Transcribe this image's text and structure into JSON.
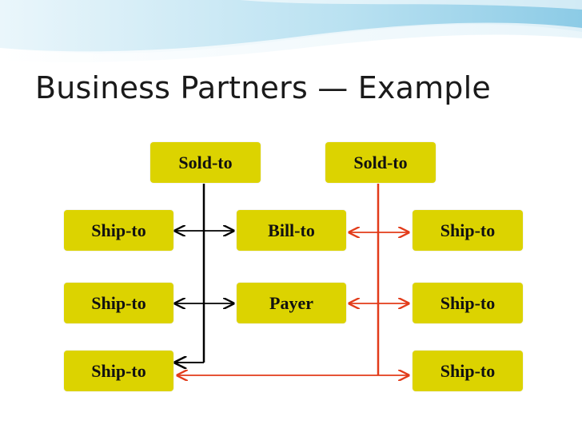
{
  "slide": {
    "title": "Business Partners — Example",
    "colors": {
      "box": "#dcd300",
      "black_link": "#000000",
      "red_link": "#e23b1a",
      "banner_light": "#d6eef7",
      "banner_mid": "#9fd3ea"
    }
  },
  "diagram": {
    "sold_to_1": "Sold-to",
    "sold_to_2": "Sold-to",
    "ship_to_left_1": "Ship-to",
    "ship_to_left_2": "Ship-to",
    "ship_to_left_3": "Ship-to",
    "bill_to": "Bill-to",
    "payer": "Payer",
    "ship_to_right_1": "Ship-to",
    "ship_to_right_2": "Ship-to",
    "ship_to_right_3": "Ship-to"
  }
}
